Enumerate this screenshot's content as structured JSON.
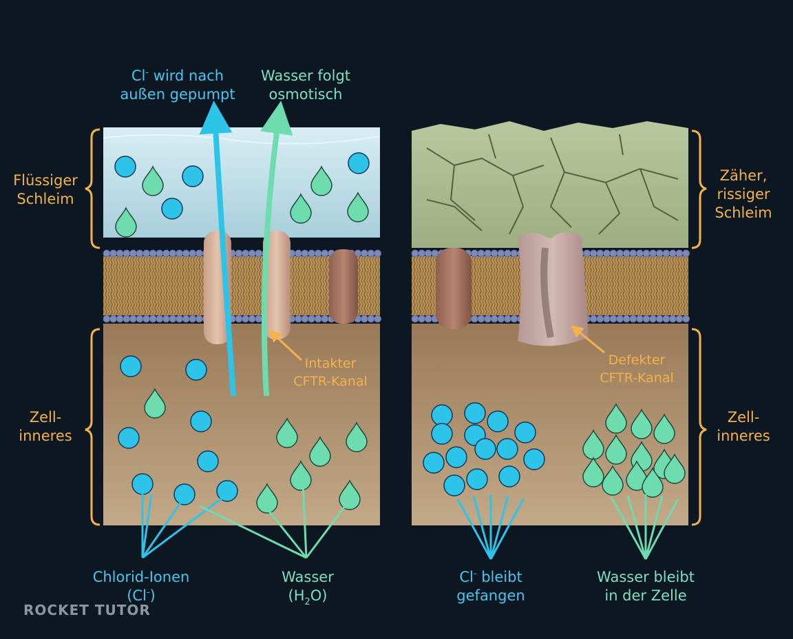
{
  "colors": {
    "background": "#0c1721",
    "chloride": "#2ec4ea",
    "water": "#6fdcb0",
    "orange": "#f3b34a",
    "label_blue": "#48c6ee",
    "label_green": "#7de0c0"
  },
  "left_panel": {
    "arrow_cl_label_line1_main": "Cl",
    "arrow_cl_label_line1_sup": "-",
    "arrow_cl_label_line1_rest": " wird nach",
    "arrow_cl_label_line2": "außen gepumpt",
    "arrow_water_label_line1": "Wasser folgt",
    "arrow_water_label_line2": "osmotisch",
    "channel_label_line1": "Intakter",
    "channel_label_line2": "CFTR-Kanal",
    "top_bracket_line1": "Flüssiger",
    "top_bracket_line2": "Schleim",
    "bottom_bracket_line1": "Zell-",
    "bottom_bracket_line2": "inneres",
    "legend_chloride_line1": "Chlorid-Ionen",
    "legend_chloride_line2_main": "(Cl",
    "legend_chloride_line2_sup": "-",
    "legend_chloride_line2_end": ")",
    "legend_water_line1": "Wasser",
    "legend_water_line2_main": "(H",
    "legend_water_line2_sub": "2",
    "legend_water_line2_end": "O)"
  },
  "right_panel": {
    "channel_label_line1": "Defekter",
    "channel_label_line2": "CFTR-Kanal",
    "top_bracket_line1": "Zäher,",
    "top_bracket_line2": "rissiger",
    "top_bracket_line3": "Schleim",
    "bottom_bracket_line1": "Zell-",
    "bottom_bracket_line2": "inneres",
    "legend_chloride_line1_main": "Cl",
    "legend_chloride_line1_sup": "-",
    "legend_chloride_line1_rest": " bleibt",
    "legend_chloride_line2": "gefangen",
    "legend_water_line1": "Wasser bleibt",
    "legend_water_line2": "in der Zelle"
  },
  "watermark": "ROCKET TUTOR"
}
